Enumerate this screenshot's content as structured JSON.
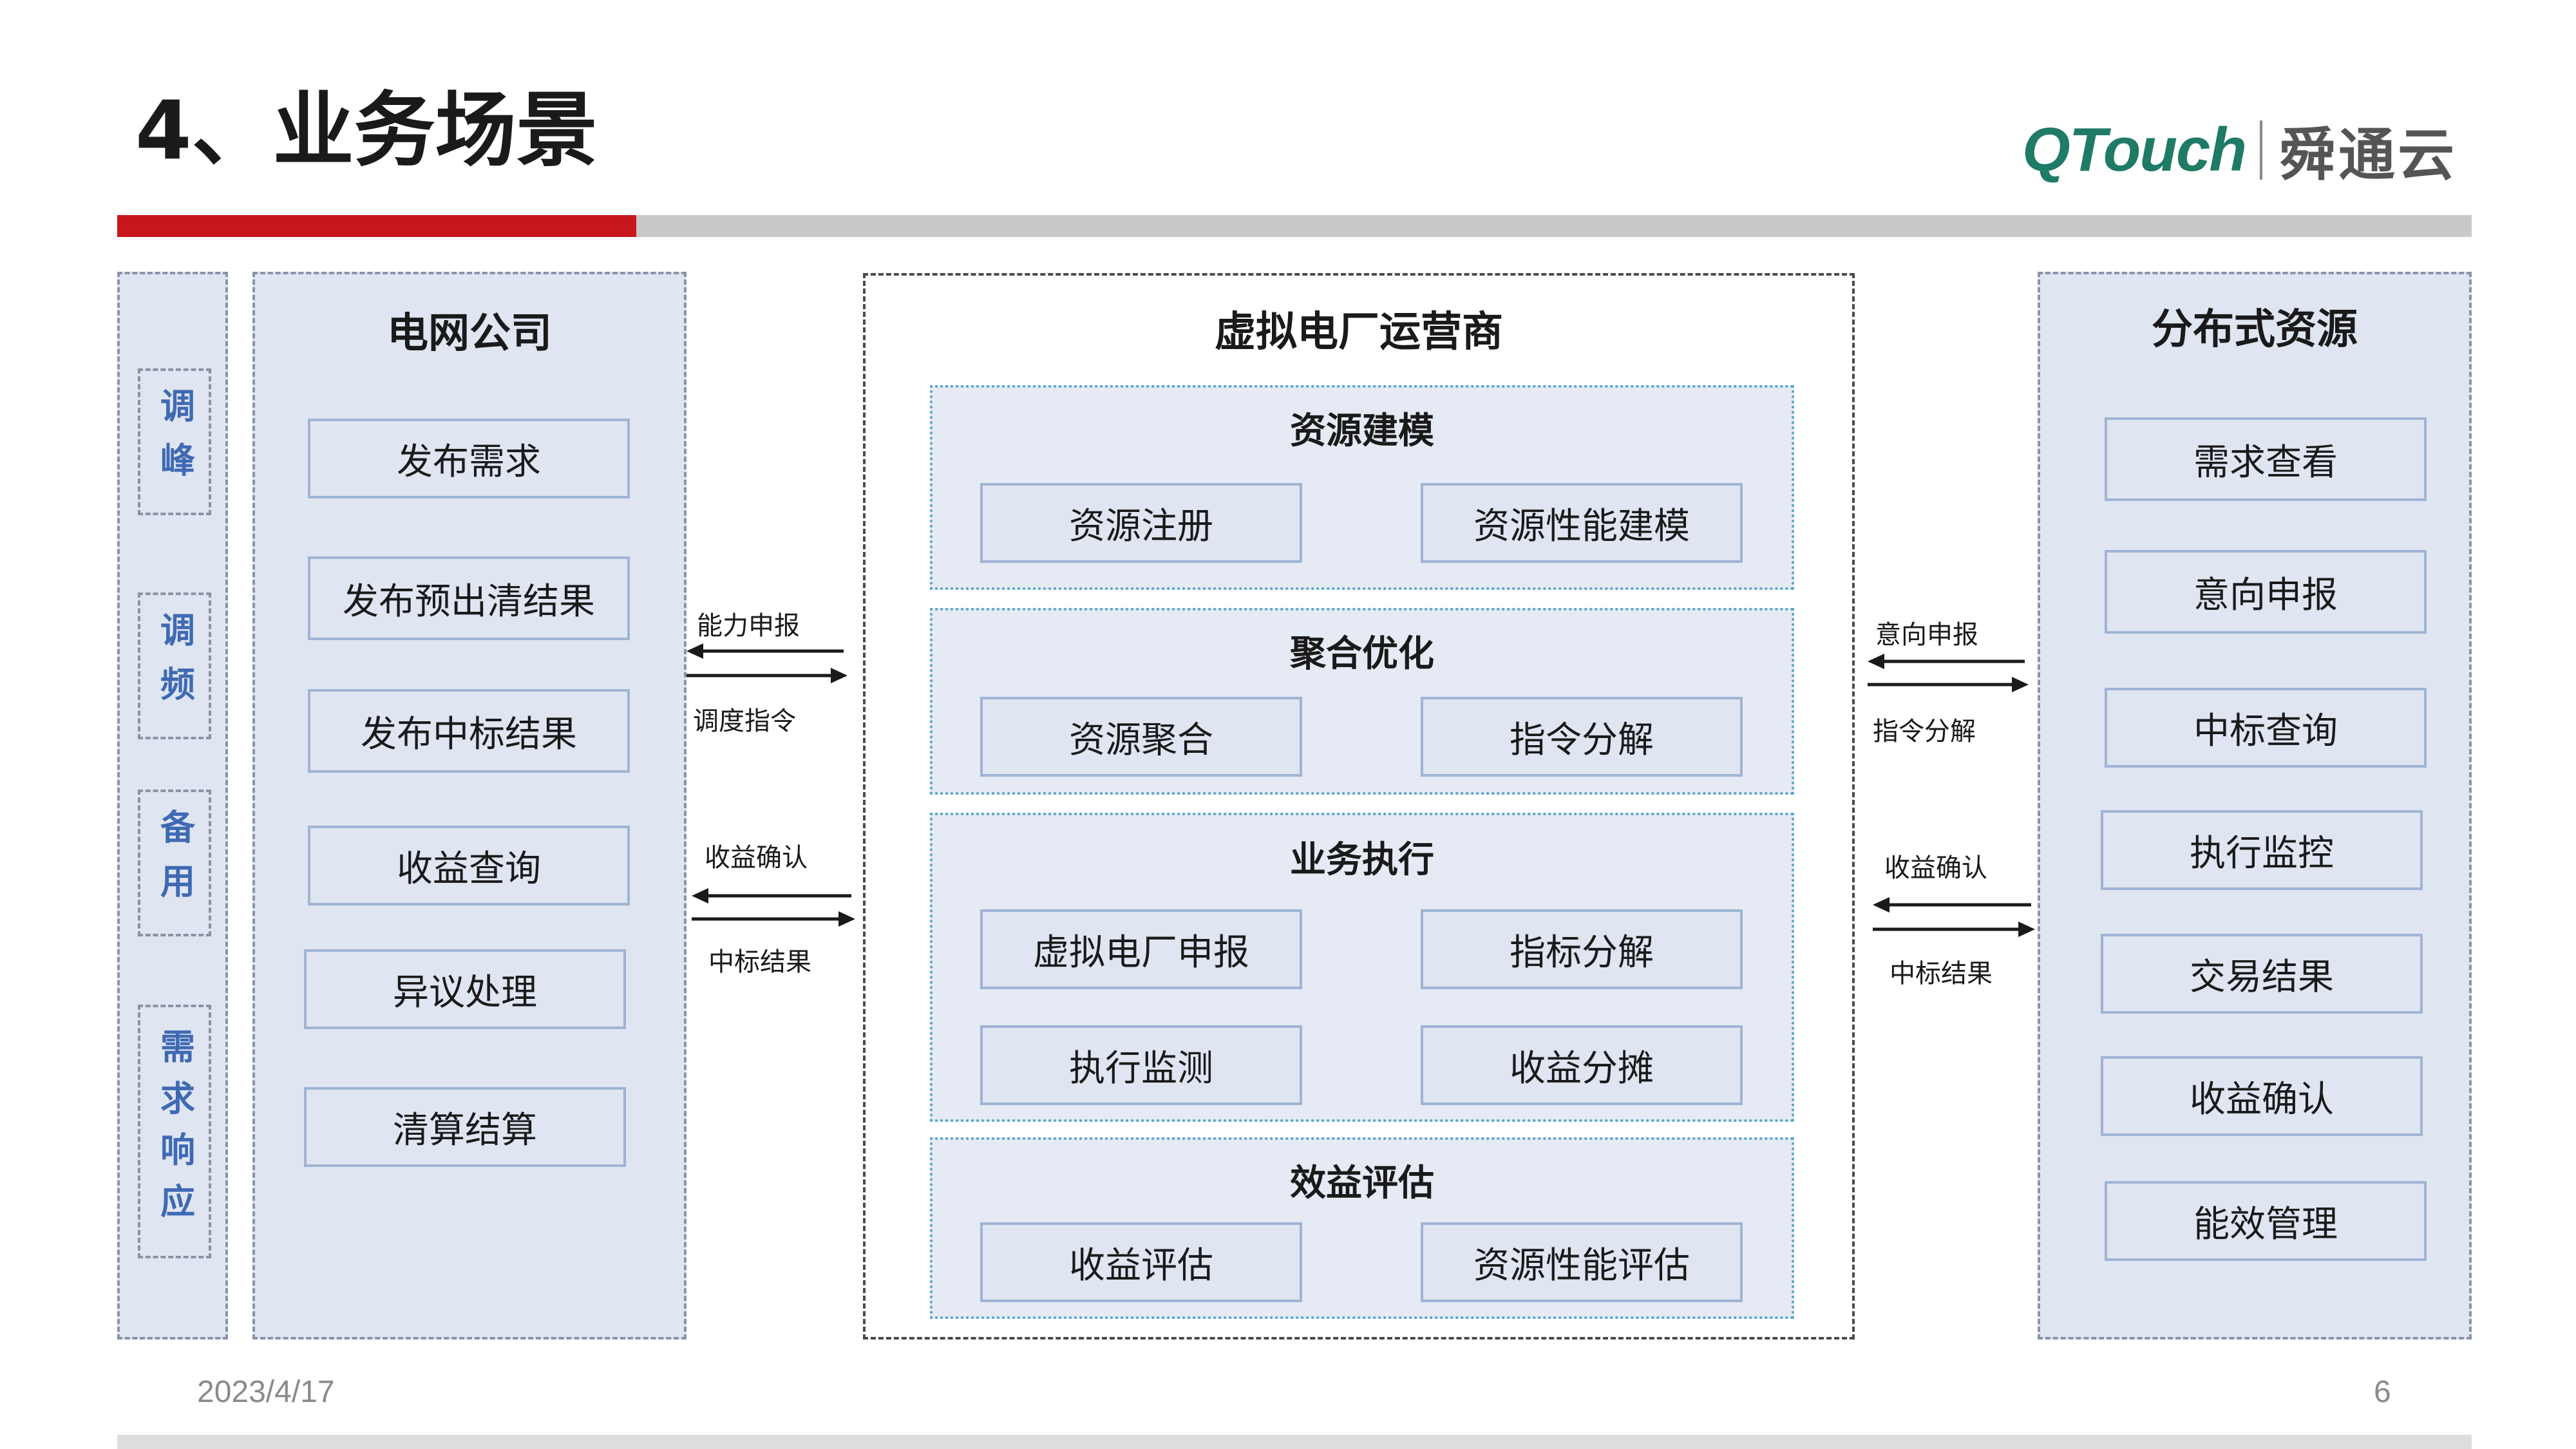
{
  "header": {
    "title": "4、业务场景",
    "logo_latin": "QTouch",
    "logo_cjk": "舜通云",
    "accent_color": "#c8161d"
  },
  "scenarios": [
    "调峰",
    "调频",
    "备用",
    "需求响应"
  ],
  "grid_company": {
    "title": "电网公司",
    "items": [
      "发布需求",
      "发布预出清结果",
      "发布中标结果",
      "收益查询",
      "异议处理",
      "清算结算"
    ]
  },
  "vpp": {
    "title": "虚拟电厂运营商",
    "groups": [
      {
        "title": "资源建模",
        "items": [
          "资源注册",
          "资源性能建模"
        ]
      },
      {
        "title": "聚合优化",
        "items": [
          "资源聚合",
          "指令分解"
        ]
      },
      {
        "title": "业务执行",
        "items": [
          "虚拟电厂申报",
          "指标分解",
          "执行监测",
          "收益分摊"
        ]
      },
      {
        "title": "效益评估",
        "items": [
          "收益评估",
          "资源性能评估"
        ]
      }
    ]
  },
  "distributed": {
    "title": "分布式资源",
    "items": [
      "需求查看",
      "意向申报",
      "中标查询",
      "执行监控",
      "交易结果",
      "收益确认",
      "能效管理"
    ]
  },
  "flows_left": [
    {
      "top": "能力申报",
      "bottom": "调度指令"
    },
    {
      "top": "收益确认",
      "bottom": "中标结果"
    }
  ],
  "flows_right": [
    {
      "top": "意向申报",
      "bottom": "指令分解"
    },
    {
      "top": "收益确认",
      "bottom": "中标结果"
    }
  ],
  "footer": {
    "date": "2023/4/17",
    "page": "6"
  }
}
